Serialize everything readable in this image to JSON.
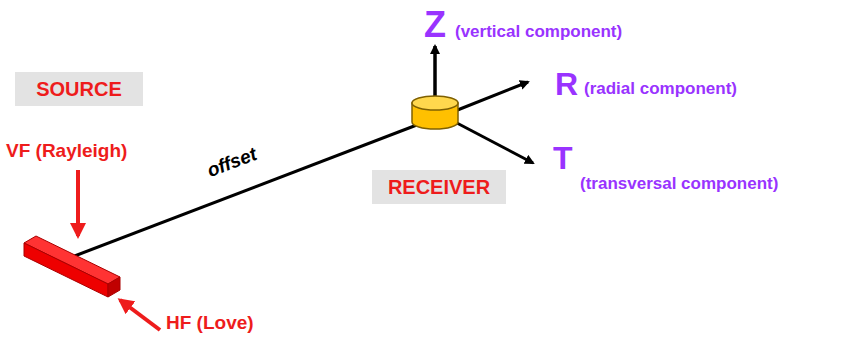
{
  "diagram": {
    "nodes": [
      {
        "text": [
          "SOURCE"
        ]
      },
      {
        "text": [
          "RECEIVER"
        ]
      }
    ],
    "labels": [
      "VF (Rayleigh)",
      "HF (Love)",
      "offset",
      "Z",
      "(vertical component)",
      "R",
      "(radial component)",
      "T",
      "(transversal component)"
    ]
  }
}
